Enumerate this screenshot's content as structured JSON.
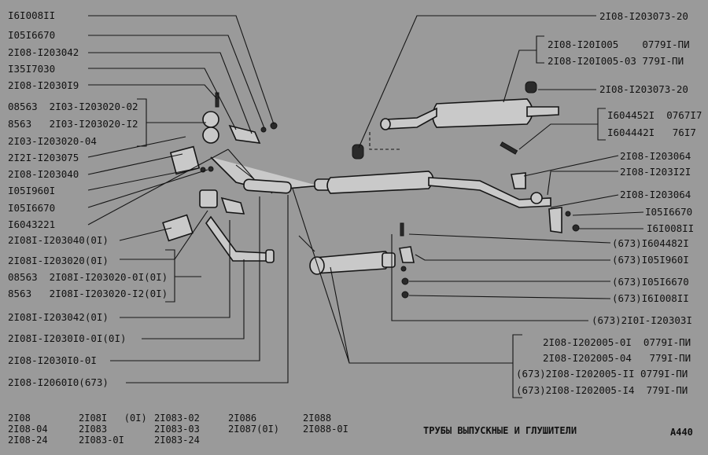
{
  "left_labels": [
    "I6I008II",
    "I05I6670",
    "2I08-I203042",
    "I35I7030",
    "2I08-I2030I9",
    "08563  2I03-I203020-02",
    "8563   2I03-I203020-I2",
    "2I03-I203020-04",
    "2I2I-I203075",
    "2I08-I203040",
    "I05I960I",
    "I05I6670",
    "I6043221",
    "2I08I-I203040(0I)",
    "2I08I-I203020(0I)",
    "08563  2I08I-I203020-0I(0I)",
    "8563   2I08I-I203020-I2(0I)",
    "2I08I-I203042(0I)",
    "2I08I-I2030I0-0I(0I)",
    "2I08-I2030I0-0I",
    "2I08-I2060I0(673)"
  ],
  "right_labels": [
    "2I08-I203073-20",
    "2I08-I20I005    0779I-ПИ",
    "2I08-I20I005-03 779I-ПИ",
    "2I08-I203073-20",
    "I604452I  0767I7",
    "I604442I   76I7",
    "2I08-I203064",
    "2I08-I203I2I",
    "2I08-I203064",
    "I05I6670",
    "I6I008II",
    "(673)I604482I",
    "(673)I05I960I",
    "(673)I05I6670",
    "(673)I6I008II",
    "(673)2I0I-I20303I",
    "2I08-I202005-0I  0779I-ПИ",
    "2I08-I202005-04   779I-ПИ",
    "(673)2I08-I202005-II 0779I-ПИ",
    "(673)2I08-I202005-I4  779I-ПИ"
  ],
  "models": [
    [
      "2I08",
      "2I08-04",
      "2I08-24"
    ],
    [
      "2I08I   (0I)",
      "2I083",
      "2I083-0I"
    ],
    [
      "2I083-02",
      "2I083-03",
      "2I083-24"
    ],
    [
      "2I086",
      "2I087(0I)"
    ],
    [
      "2I088",
      "2I088-0I"
    ]
  ],
  "title": "ТРУБЫ ВЫПУСКНЫЕ И ГЛУШИТЕЛИ",
  "page_code": "А440",
  "colors": {
    "background": "#9a9a9a",
    "ink": "#111111"
  }
}
